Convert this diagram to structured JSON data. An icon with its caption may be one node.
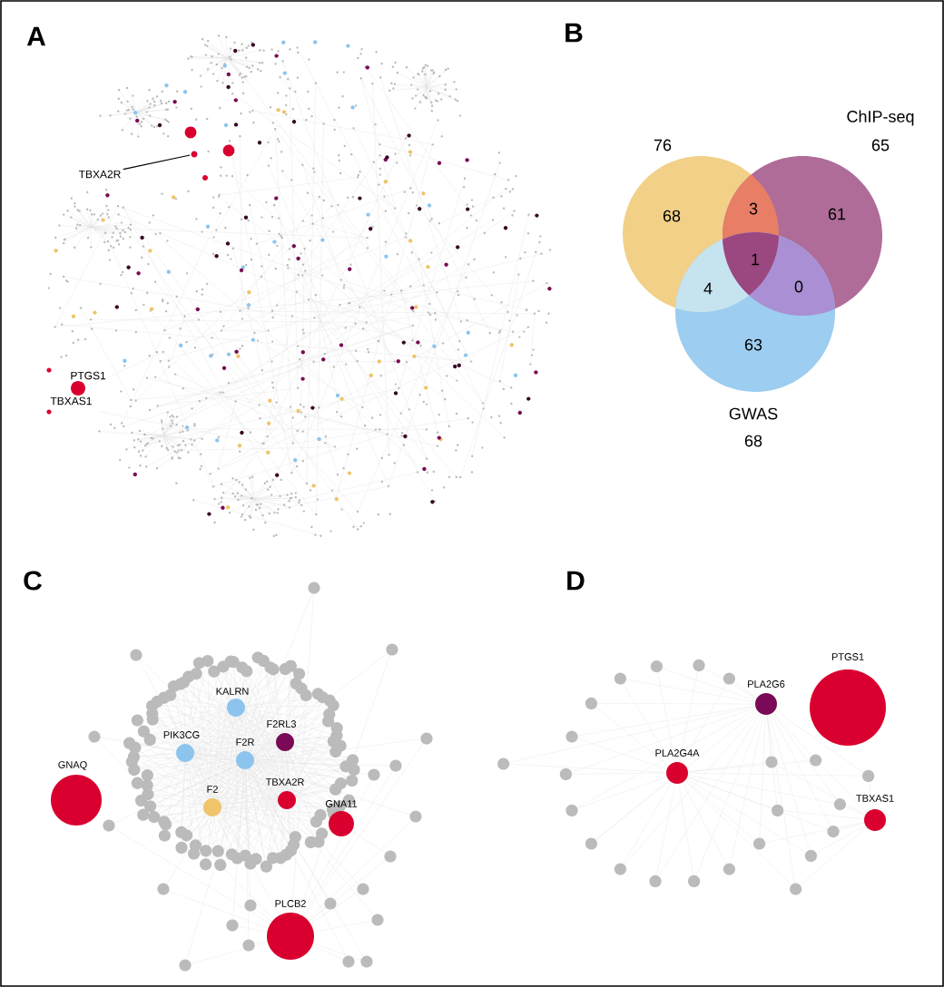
{
  "diagram": {
    "nodes": [
      {
        "text": [
          "TBXA2R"
        ]
      },
      {
        "text": [],
        "shape": "circle"
      }
    ],
    "edges": [
      {
        "from": 0,
        "to": 1,
        "arrow": "none"
      }
    ],
    "labels": [
      "A",
      "PTGS1",
      "TBXAS1",
      "B",
      "76",
      "ChIP-seq",
      "65",
      "68",
      "3",
      "61",
      "1",
      "4",
      "0",
      "63",
      "GWAS",
      "68",
      "C",
      "KALRN",
      "F2RL3",
      "PIK3CG",
      "F2R",
      "GNAQ",
      "F2",
      "TBXA2R",
      "GNA11",
      "PLCB2",
      "D",
      "PLA2G6",
      "PTGS1",
      "PLA2G4A",
      "TBXAS1"
    ]
  }
}
